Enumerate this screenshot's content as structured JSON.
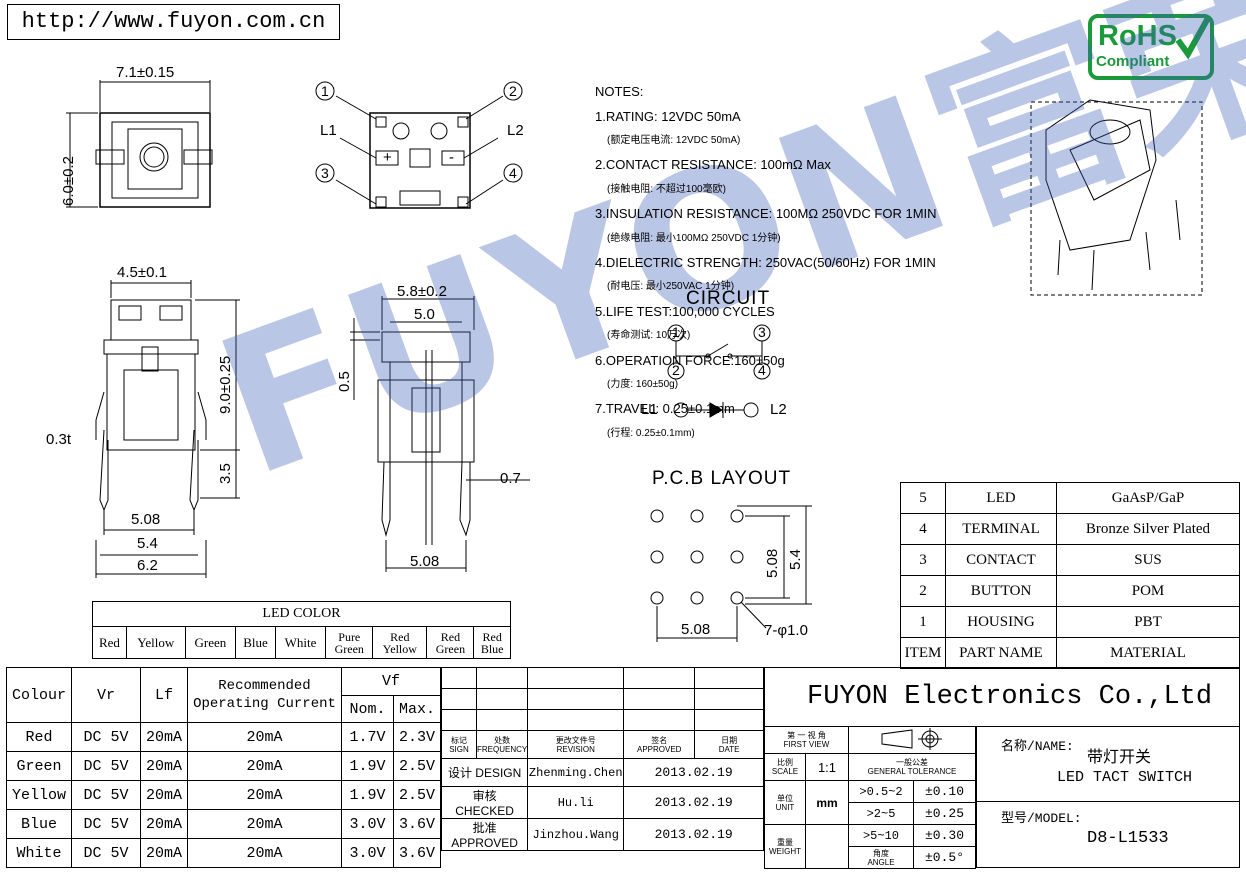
{
  "header": {
    "url": "http://www.fuyon.com.cn"
  },
  "rohs": {
    "line1": "RoHS",
    "line2": "Compliant"
  },
  "watermark": "FUYON富荣",
  "dims": {
    "top_width": "7.1±0.15",
    "top_height": "6.0±0.2",
    "side_width": "4.5±0.1",
    "side_height": "9.0±0.25",
    "thickness": "0.3t",
    "pin_len": "3.5",
    "w508": "5.08",
    "w54": "5.4",
    "w62": "6.2",
    "front_width": "5.8±0.2",
    "front_inner": "5.0",
    "gap05": "0.5",
    "pin07": "0.7",
    "front_pitch": "5.08"
  },
  "pins": {
    "p1": "1",
    "p2": "2",
    "p3": "3",
    "p4": "4",
    "l1": "L1",
    "l2": "L2",
    "plus": "+",
    "minus": "-"
  },
  "notes": {
    "title": "NOTES:",
    "n1": "1.RATING: 12VDC 50mA",
    "n1cn": "(额定电压电流: 12VDC 50mA)",
    "n2": "2.CONTACT RESISTANCE: 100mΩ Max",
    "n2cn": "(接触电阻: 不超过100毫欧)",
    "n3": "3.INSULATION RESISTANCE: 100MΩ 250VDC FOR 1MIN",
    "n3cn": "(绝缘电阻: 最小100MΩ 250VDC 1分钟)",
    "n4": "4.DIELECTRIC STRENGTH: 250VAC(50/60Hz) FOR 1MIN",
    "n4cn": "(耐电压: 最小250VAC 1分钟)",
    "n5": "5.LIFE TEST:100,000 CYCLES",
    "n5cn": "(寿命测试: 10万次)",
    "n6": "6.OPERATION FORCE:160±50g",
    "n6cn": "(力度: 160±50g)",
    "n7": "7.TRAVEL: 0.25±0.1mm",
    "n7cn": "(行程: 0.25±0.1mm)"
  },
  "circuit": {
    "title": "CIRCUIT",
    "p1": "1",
    "p2": "2",
    "p3": "3",
    "p4": "4",
    "l1": "L1",
    "l2": "L2"
  },
  "pcb": {
    "title": "P.C.B LAYOUT",
    "d508v": "5.08",
    "d54": "5.4",
    "d508h": "5.08",
    "holes": "7-φ1.0"
  },
  "materials": {
    "header": {
      "item": "ITEM",
      "part": "PART NAME",
      "material": "MATERIAL"
    },
    "rows": [
      {
        "item": "5",
        "part": "LED",
        "material": "GaAsP/GaP"
      },
      {
        "item": "4",
        "part": "TERMINAL",
        "material": "Bronze Silver Plated"
      },
      {
        "item": "3",
        "part": "CONTACT",
        "material": "SUS"
      },
      {
        "item": "2",
        "part": "BUTTON",
        "material": "POM"
      },
      {
        "item": "1",
        "part": "HOUSING",
        "material": "PBT"
      }
    ]
  },
  "led_color": {
    "title": "LED COLOR",
    "c1": "Red",
    "c2": "Yellow",
    "c3": "Green",
    "c4": "Blue",
    "c5": "White",
    "c6a": "Pure",
    "c6b": "Green",
    "c7a": "Red",
    "c7b": "Yellow",
    "c8a": "Red",
    "c8b": "Green",
    "c9a": "Red",
    "c9b": "Blue"
  },
  "spec": {
    "h_colour": "Colour",
    "h_vr": "Vr",
    "h_lf": "Lf",
    "h_rec1": "Recommended",
    "h_rec2": "Operating Current",
    "h_vf": "Vf",
    "h_nom": "Nom.",
    "h_max": "Max.",
    "rows": [
      {
        "colour": "Red",
        "vr": "DC 5V",
        "lf": "20mA",
        "rec": "20mA",
        "nom": "1.7V",
        "max": "2.3V"
      },
      {
        "colour": "Green",
        "vr": "DC 5V",
        "lf": "20mA",
        "rec": "20mA",
        "nom": "1.9V",
        "max": "2.5V"
      },
      {
        "colour": "Yellow",
        "vr": "DC 5V",
        "lf": "20mA",
        "rec": "20mA",
        "nom": "1.9V",
        "max": "2.5V"
      },
      {
        "colour": "Blue",
        "vr": "DC 5V",
        "lf": "20mA",
        "rec": "20mA",
        "nom": "3.0V",
        "max": "3.6V"
      },
      {
        "colour": "White",
        "vr": "DC 5V",
        "lf": "20mA",
        "rec": "20mA",
        "nom": "3.0V",
        "max": "3.6V"
      }
    ]
  },
  "title_block": {
    "company": "FUYON Electronics Co.,Ltd",
    "h_mark_cn": "标记",
    "h_mark_en": "SIGN",
    "h_freq_cn": "处数",
    "h_freq_en": "FREQUENCY",
    "h_rev_cn": "更改文件号",
    "h_rev_en": "REVISION",
    "h_appr_cn": "签名",
    "h_appr_en": "APPROVED",
    "h_date_cn": "日期",
    "h_date_en": "DATE",
    "design": "设计 DESIGN",
    "checked": "审核 CHECKED",
    "approved": "批准 APPROVED",
    "designer": "Zhenming.Chen",
    "checker": "Hu.li",
    "approver": "Jinzhou.Wang",
    "date1": "2013.02.19",
    "date2": "2013.02.19",
    "date3": "2013.02.19",
    "fv_cn": "第 一 视 角",
    "fv_en": "FIRST VIEW",
    "scale_cn": "比例",
    "scale_en": "SCALE",
    "scale": "1:1",
    "unit_cn": "单位",
    "unit_en": "UNIT",
    "unit": "mm",
    "weight_cn": "重量",
    "weight_en": "WEIGHT",
    "tol_cn": "一般公差",
    "tol_en": "GENERAL TOLERANCE",
    "tol1r": ">0.5~2",
    "tol1v": "±0.10",
    "tol2r": ">2~5",
    "tol2v": "±0.25",
    "tol3r": ">5~10",
    "tol3v": "±0.30",
    "angle_cn": "角度",
    "angle_en": "ANGLE",
    "angle_v": "±0.5°",
    "name_label": "名称/NAME:",
    "name_cn": "带灯开关",
    "name_en": "LED TACT SWITCH",
    "model_label": "型号/MODEL:",
    "model": "D8-L1533"
  }
}
